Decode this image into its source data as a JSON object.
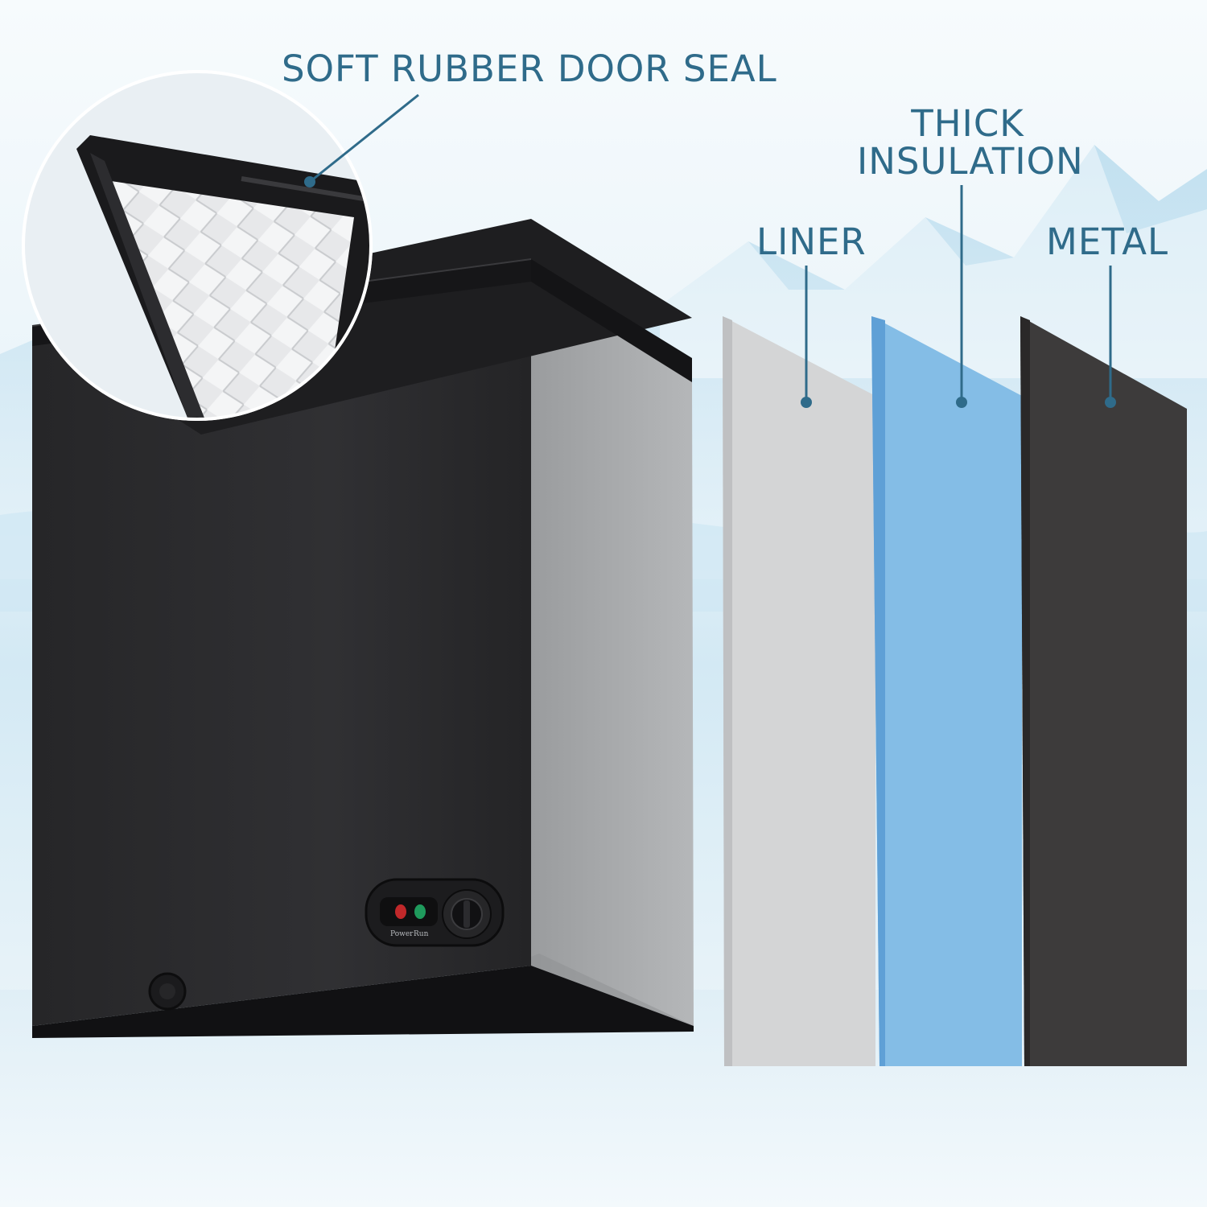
{
  "callouts": {
    "door_seal": "SOFT RUBBER DOOR SEAL",
    "insulation_line1": "THICK",
    "insulation_line2": "INSULATION",
    "liner": "LINER",
    "metal": "METAL"
  },
  "control_panel": {
    "power_label": "Power",
    "run_label": "Run"
  },
  "colors": {
    "callout_text": "#2f6b8a",
    "leader_line": "#2f6b8a",
    "freezer_body": "#2b2b2d",
    "freezer_side": "#a7a9ab",
    "liner_panel": "#d4d5d6",
    "insulation_panel": "#84bde6",
    "insulation_edge": "#5fa0d6",
    "metal_panel": "#3d3b3b",
    "power_led": "#c0282a",
    "run_led": "#1f9a5c"
  },
  "icons": [
    "power-led-icon",
    "run-led-icon",
    "thermostat-knob-icon",
    "drain-plug-icon"
  ]
}
